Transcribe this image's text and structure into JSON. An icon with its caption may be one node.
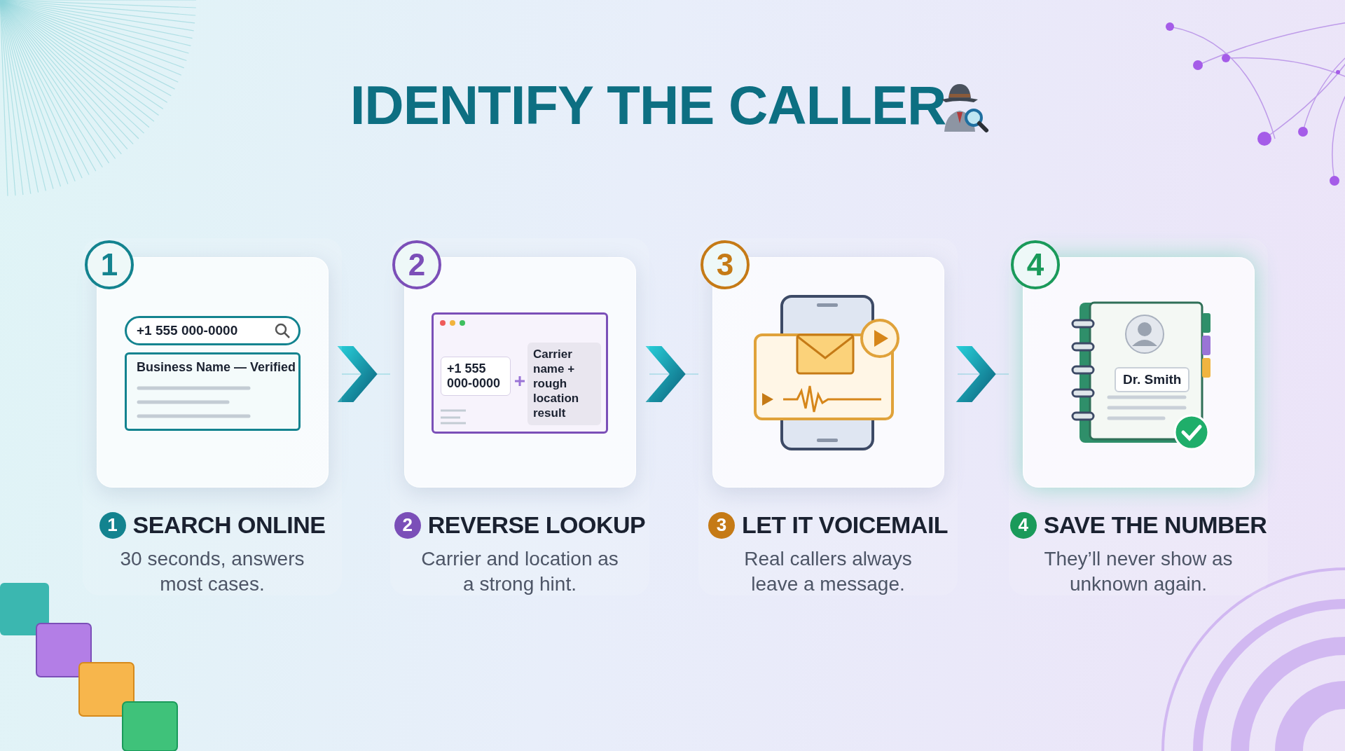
{
  "diagram": {
    "title": "IDENTIFY THE CALLER",
    "nodes": [
      {
        "text": [
          "1",
          "+1 555 000-0000",
          "Business Name — Verified",
          "1",
          "SEARCH ONLINE",
          "30 seconds, answers most cases."
        ]
      },
      {
        "text": [
          "2",
          "+1 555 000-0000",
          "Carrier name + rough location result",
          "2",
          "REVERSE LOOKUP",
          "Carrier and location as a strong hint."
        ]
      },
      {
        "text": [
          "3",
          "3",
          "LET IT VOICEMAIL",
          "Real callers always leave a message."
        ]
      },
      {
        "text": [
          "4",
          "Dr. Smith",
          "4",
          "SAVE THE NUMBER",
          "They’ll never show as unknown again."
        ]
      }
    ],
    "edges": [
      {
        "from": 0,
        "to": 1,
        "arrow": "to"
      },
      {
        "from": 1,
        "to": 2,
        "arrow": "to"
      },
      {
        "from": 2,
        "to": 3,
        "arrow": "to"
      }
    ]
  }
}
